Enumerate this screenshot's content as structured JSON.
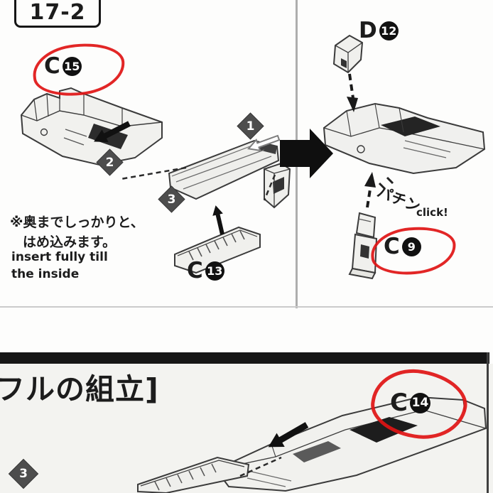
{
  "colors": {
    "highlight_red": "#e01313",
    "ink": "#1c1c1c",
    "bar_black": "#161616"
  },
  "top": {
    "step_box": "17-2",
    "labels": {
      "c15": {
        "letter": "C",
        "num": "15"
      },
      "d12": {
        "letter": "D",
        "num": "12"
      },
      "c13": {
        "letter": "C",
        "num": "13"
      },
      "c9": {
        "letter": "C",
        "num": "9"
      }
    },
    "steps": {
      "s1": "1",
      "s2": "2",
      "s3": "3"
    },
    "note_jp": [
      "※奥までしっかりと、",
      "はめ込みます。"
    ],
    "note_en": [
      "insert fully till",
      "the inside"
    ],
    "sfx_jp": "パチン",
    "sfx_en": "click!"
  },
  "bottom": {
    "title": "フルの組立]",
    "label_c14": {
      "letter": "C",
      "num": "14"
    },
    "step3": "3"
  }
}
